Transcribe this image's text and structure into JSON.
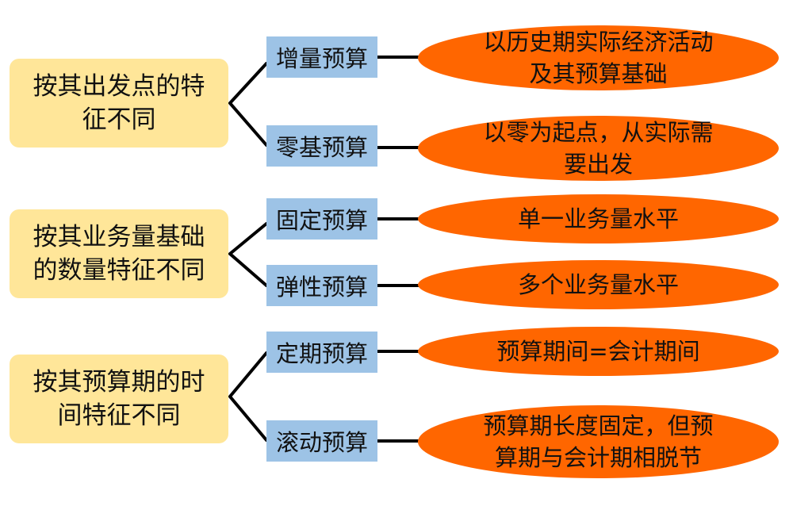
{
  "groups": [
    {
      "category": "按其出发点的特征不同",
      "items": [
        {
          "budget": "增量预算",
          "description": "以历史期实际经济活动及其预算基础"
        },
        {
          "budget": "零基预算",
          "description": "以零为起点，从实际需要出发"
        }
      ]
    },
    {
      "category": "按其业务量基础的数量特征不同",
      "items": [
        {
          "budget": "固定预算",
          "description": "单一业务量水平"
        },
        {
          "budget": "弹性预算",
          "description": "多个业务量水平"
        }
      ]
    },
    {
      "category": "按其预算期的时间特征不同",
      "items": [
        {
          "budget": "定期预算",
          "description": "预算期间=会计期间"
        },
        {
          "budget": "滚动预算",
          "description": "预算期长度固定，但预算期与会计期相脱节"
        }
      ]
    }
  ],
  "colors": {
    "category_fill": "#ffe699",
    "budget_fill": "#9dc3e6",
    "description_fill": "#ff6600",
    "connector": "#000000"
  }
}
